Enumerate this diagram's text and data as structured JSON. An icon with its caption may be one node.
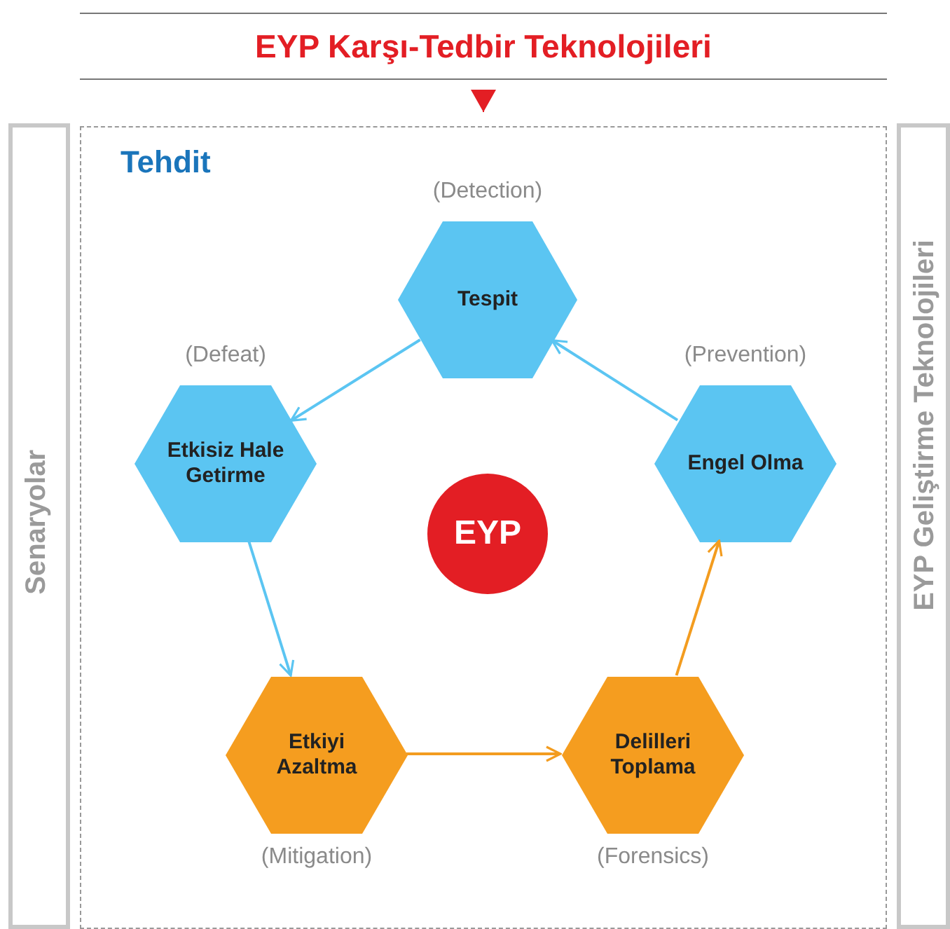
{
  "diagram": {
    "nodes": [
      {
        "text": [
          "EYP Karşı-Tedbir Teknolojileri"
        ]
      },
      {
        "text": [
          "Tehdit"
        ]
      },
      {
        "text": [
          "Tespit"
        ],
        "beside": [
          "(Detection)"
        ],
        "in": 1
      },
      {
        "text": [
          "Etkisiz Hale Getirme"
        ],
        "beside": [
          "(Defeat)"
        ],
        "in": 1
      },
      {
        "text": [
          "Engel Olma"
        ],
        "beside": [
          "(Prevention)"
        ],
        "in": 1
      },
      {
        "text": [
          "EYP"
        ],
        "in": 1
      },
      {
        "text": [
          "Etkiyi Azaltma"
        ],
        "beside": [
          "(Mitigation)"
        ],
        "in": 1
      },
      {
        "text": [
          "Delilleri Toplama"
        ],
        "beside": [
          "(Forensics)"
        ],
        "in": 1
      },
      {
        "text": [
          "Senaryolar"
        ]
      },
      {
        "text": [
          "EYP Geliştirme Teknolojileri"
        ]
      }
    ],
    "edges": [
      {
        "from": 0,
        "to": 1,
        "arrow": "to",
        "color": "#e31e24"
      },
      {
        "from": 2,
        "to": 3,
        "arrow": "to"
      },
      {
        "from": 3,
        "to": 6,
        "arrow": "to"
      },
      {
        "from": 6,
        "to": 7,
        "arrow": "to",
        "color": "#f39c1f"
      },
      {
        "from": 7,
        "to": 4,
        "arrow": "to",
        "color": "#f39c1f"
      },
      {
        "from": 4,
        "to": 2,
        "arrow": "to"
      }
    ]
  }
}
